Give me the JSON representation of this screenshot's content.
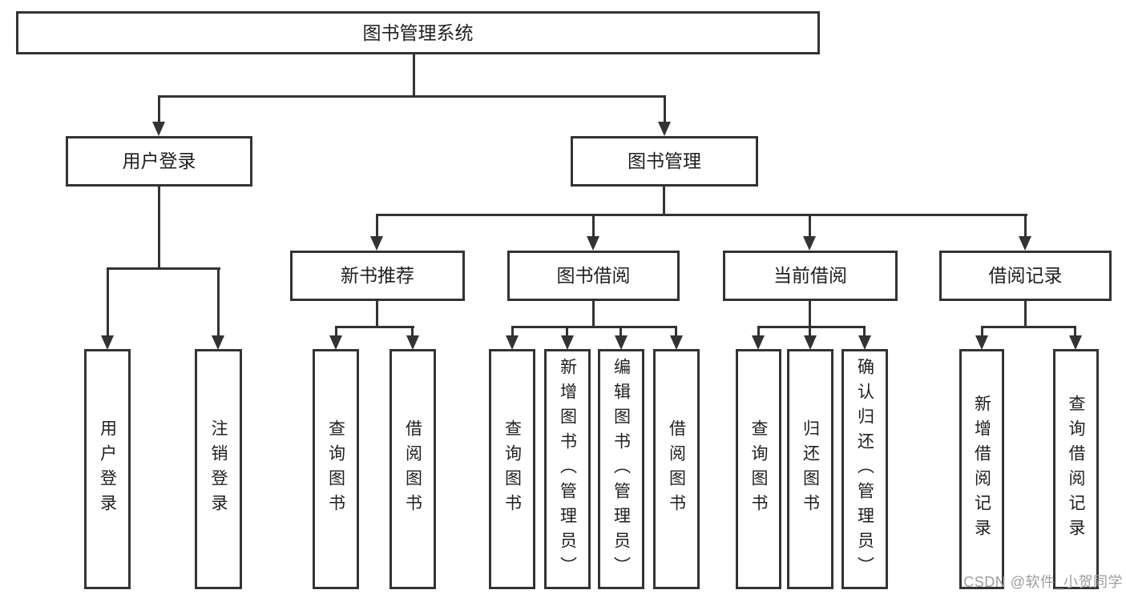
{
  "diagram": {
    "root": {
      "label": "图书管理系统"
    },
    "branches": [
      {
        "label": "用户登录"
      },
      {
        "label": "图书管理"
      }
    ],
    "modules": [
      {
        "label": "新书推荐",
        "parent": "图书管理"
      },
      {
        "label": "图书借阅",
        "parent": "图书管理"
      },
      {
        "label": "当前借阅",
        "parent": "图书管理"
      },
      {
        "label": "借阅记录",
        "parent": "图书管理"
      }
    ],
    "leaves": [
      {
        "label": "用户登录",
        "parent": "用户登录"
      },
      {
        "label": "注销登录",
        "parent": "用户登录"
      },
      {
        "label": "查询图书",
        "parent": "新书推荐"
      },
      {
        "label": "借阅图书",
        "parent": "新书推荐"
      },
      {
        "label": "查询图书",
        "parent": "图书借阅"
      },
      {
        "label": "新增图书（管理员）",
        "parent": "图书借阅"
      },
      {
        "label": "编辑图书（管理员）",
        "parent": "图书借阅"
      },
      {
        "label": "借阅图书",
        "parent": "图书借阅"
      },
      {
        "label": "查询图书",
        "parent": "当前借阅"
      },
      {
        "label": "归还图书",
        "parent": "当前借阅"
      },
      {
        "label": "确认归还（管理员）",
        "parent": "当前借阅"
      },
      {
        "label": "新增借阅记录",
        "parent": "借阅记录"
      },
      {
        "label": "查询借阅记录",
        "parent": "借阅记录"
      }
    ]
  },
  "watermark": {
    "text": "CSDN @软件_小贺同学"
  },
  "colors": {
    "line": "#333333",
    "text": "#1f1f1f",
    "watermark": "#9e9e9e",
    "background": "#ffffff"
  }
}
